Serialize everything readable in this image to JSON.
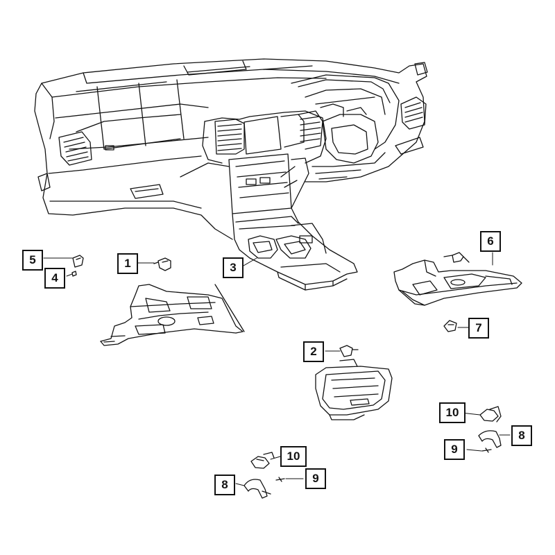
{
  "diagram": {
    "callouts": [
      {
        "id": "c5",
        "label": "5"
      },
      {
        "id": "c4",
        "label": "4"
      },
      {
        "id": "c1",
        "label": "1"
      },
      {
        "id": "c3",
        "label": "3"
      },
      {
        "id": "c6",
        "label": "6"
      },
      {
        "id": "c7",
        "label": "7"
      },
      {
        "id": "c2",
        "label": "2"
      },
      {
        "id": "c10a",
        "label": "10"
      },
      {
        "id": "c8a",
        "label": "8"
      },
      {
        "id": "c9a",
        "label": "9"
      },
      {
        "id": "c10b",
        "label": "10"
      },
      {
        "id": "c9b",
        "label": "9"
      },
      {
        "id": "c8b",
        "label": "8"
      }
    ]
  }
}
